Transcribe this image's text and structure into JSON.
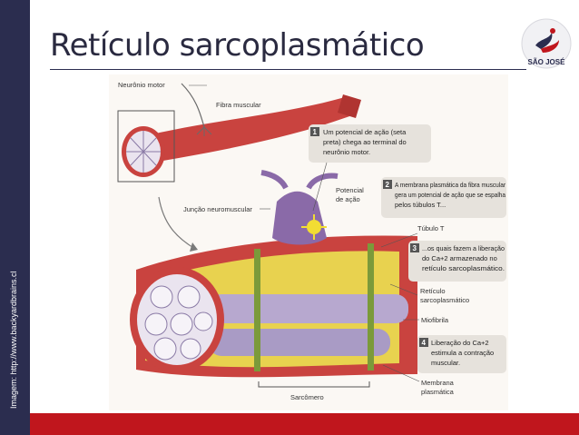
{
  "slide": {
    "title": "Retículo sarcoplasmático",
    "credit": "Imagem:    http://www.backyardbrains.cl",
    "logo_text": "SÃO JOSÉ"
  },
  "diagram": {
    "labels": {
      "neuronio_motor": "Neurônio motor",
      "fibra_muscular": "Fibra muscular",
      "potencial_acao": [
        "Potencial",
        "de ação"
      ],
      "juncao_neuromuscular": "Junção neuromuscular",
      "tubulo_t": "Túbulo T",
      "reticulo": [
        "Retículo",
        "sarcoplasmático"
      ],
      "miofibrila": "Miofibrila",
      "membrana": [
        "Membrana",
        "plasmática"
      ],
      "sarcomero": "Sarcômero"
    },
    "steps": [
      {
        "number": "1",
        "lines": [
          "Um potencial de ação (seta",
          "preta) chega ao terminal do",
          "neurônio motor."
        ]
      },
      {
        "number": "2",
        "lines": [
          "A membrana plasmática da fibra muscular",
          "gera um potencial de ação que se espalha",
          "pelos túbulos T..."
        ]
      },
      {
        "number": "3",
        "lines": [
          "...os quais fazem a liberação",
          "do Ca+2 armazenado no",
          "retículo sarcoplasmático."
        ]
      },
      {
        "number": "4",
        "lines": [
          "Liberação do Ca+2",
          "estimula a contração",
          "muscular."
        ]
      }
    ]
  },
  "colors": {
    "side_bar": "#2b2d4f",
    "footer_bar": "#c0161d",
    "muscle_red": "#c9433f",
    "reticulum_yellow": "#e8d24f",
    "tubule_green": "#7b9a3a",
    "myofibril_purple": "#b7a8cf",
    "neuron_purple": "#8a6aa8",
    "callout_bg": "#e6e2dc"
  }
}
